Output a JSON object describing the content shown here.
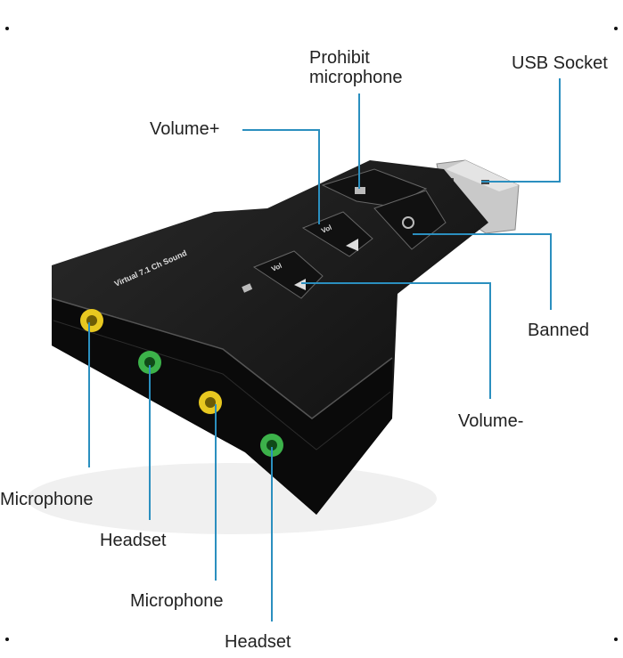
{
  "colors": {
    "leader_line": "#2b8fbf",
    "body": "#141414",
    "yellow_jack": "#e8c820",
    "green_jack": "#3cb24a",
    "usb": "#c9c9c9"
  },
  "device": {
    "print": "Virtual 7.1 Ch Sound",
    "button_text": "Vol"
  },
  "labels": {
    "prohibit_line1": "Prohibit",
    "prohibit_line2": "microphone",
    "usb_socket": "USB Socket",
    "volume_up": "Volume+",
    "banned": "Banned",
    "volume_down": "Volume-",
    "microphone_1": "Microphone",
    "headset_1": "Headset",
    "microphone_2": "Microphone",
    "headset_2": "Headset"
  }
}
